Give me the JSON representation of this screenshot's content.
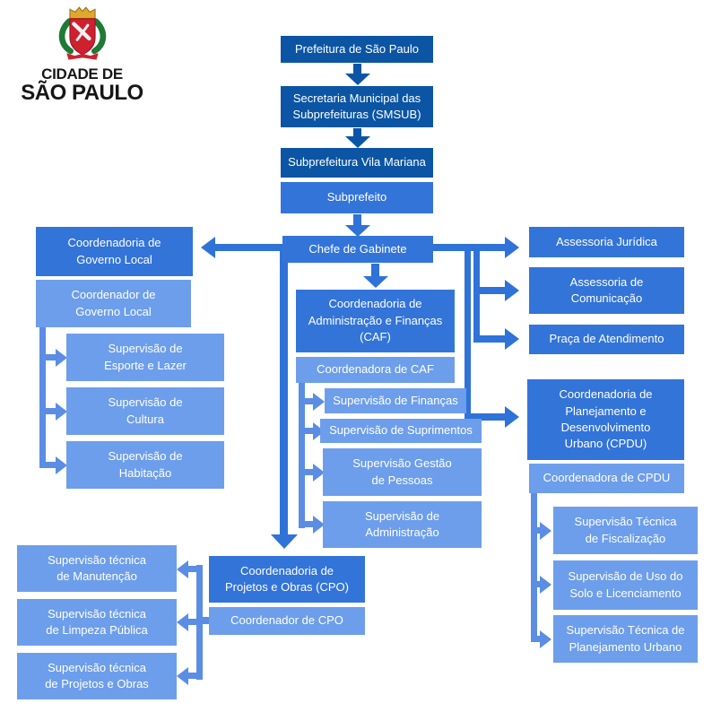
{
  "logo": {
    "caption_line1": "CIDADE DE",
    "caption_line2": "SÃO PAULO",
    "emblem": "sao-paulo-coat-of-arms"
  },
  "palette": {
    "dark_blue": "#0b55a4",
    "medium_blue": "#3374d9",
    "light_blue": "#6d9eeb",
    "connector_main": "#2f72d8",
    "connector_sub": "#5b8de5",
    "text_on_blue": "#ffffff",
    "logo_text": "#161616"
  },
  "org_chart": {
    "nodes": {
      "prefeitura": {
        "label": "Prefeitura de São Paulo",
        "tone": "dark"
      },
      "smsub": {
        "label": "Secretaria Municipal das\nSubprefeituras (SMSUB)",
        "tone": "dark"
      },
      "subprefeitura_vila_mariana": {
        "label": "Subprefeitura Vila Mariana",
        "tone": "dark"
      },
      "subprefeito": {
        "label": "Subprefeito",
        "tone": "medium"
      },
      "chefe_de_gabinete": {
        "label": "Chefe de Gabinete",
        "tone": "medium"
      },
      "coordenadoria_governo_local": {
        "label": "Coordenadoria de\nGoverno Local",
        "tone": "medium"
      },
      "coordenador_governo_local": {
        "label": "Coordenador de\nGoverno Local",
        "tone": "light"
      },
      "sup_esporte_lazer": {
        "label": "Supervisão de\nEsporte e Lazer",
        "tone": "light"
      },
      "sup_cultura": {
        "label": "Supervisão de\nCultura",
        "tone": "light"
      },
      "sup_habitacao": {
        "label": "Supervisão de\nHabitação",
        "tone": "light"
      },
      "assessoria_juridica": {
        "label": "Assessoria Jurídica",
        "tone": "medium"
      },
      "assessoria_comunicacao": {
        "label": "Assessoria de\nComunicação",
        "tone": "medium"
      },
      "praca_atendimento": {
        "label": "Praça de Atendimento",
        "tone": "medium"
      },
      "caf": {
        "label": "Coordenadoria de\nAdministração e Finanças\n(CAF)",
        "tone": "medium"
      },
      "coordenadora_caf": {
        "label": "Coordenadora de CAF",
        "tone": "light"
      },
      "sup_financas": {
        "label": "Supervisão de Finanças",
        "tone": "light"
      },
      "sup_suprimentos": {
        "label": "Supervisão de Suprimentos",
        "tone": "light"
      },
      "sup_gestao_pessoas": {
        "label": "Supervisão Gestão\nde Pessoas",
        "tone": "light"
      },
      "sup_administracao": {
        "label": "Supervisão de\nAdministração",
        "tone": "light"
      },
      "cpdu": {
        "label": "Coordenadoria de\nPlanejamento e\nDesenvolvimento\nUrbano (CPDU)",
        "tone": "medium"
      },
      "coordenadora_cpdu": {
        "label": "Coordenadora de CPDU",
        "tone": "light"
      },
      "sup_tecnica_fiscalizacao": {
        "label": "Supervisão Técnica\nde Fiscalização",
        "tone": "light"
      },
      "sup_uso_solo_licenciamento": {
        "label": "Supervisão de Uso do\nSolo e Licenciamento",
        "tone": "light"
      },
      "sup_tecnica_planejamento_urbano": {
        "label": "Supervisão Técnica de\nPlanejamento Urbano",
        "tone": "light"
      },
      "cpo": {
        "label": "Coordenadoria de\nProjetos e Obras (CPO)",
        "tone": "medium"
      },
      "coordenador_cpo": {
        "label": "Coordenador de  CPO",
        "tone": "light"
      },
      "sup_tecnica_manutencao": {
        "label": "Supervisão técnica\nde Manutenção",
        "tone": "light"
      },
      "sup_tecnica_limpeza_publica": {
        "label": "Supervisão técnica\nde Limpeza Pública",
        "tone": "light"
      },
      "sup_tecnica_projetos_obras": {
        "label": "Supervisão técnica\nde Projetos e Obras",
        "tone": "light"
      }
    },
    "edges": [
      {
        "from": "prefeitura",
        "to": "smsub"
      },
      {
        "from": "smsub",
        "to": "subprefeitura_vila_mariana"
      },
      {
        "from": "subprefeitura_vila_mariana",
        "to": "subprefeito"
      },
      {
        "from": "subprefeito",
        "to": "chefe_de_gabinete"
      },
      {
        "from": "chefe_de_gabinete",
        "to": "coordenadoria_governo_local"
      },
      {
        "from": "chefe_de_gabinete",
        "to": "assessoria_juridica"
      },
      {
        "from": "chefe_de_gabinete",
        "to": "assessoria_comunicacao"
      },
      {
        "from": "chefe_de_gabinete",
        "to": "praca_atendimento"
      },
      {
        "from": "chefe_de_gabinete",
        "to": "caf"
      },
      {
        "from": "chefe_de_gabinete",
        "to": "cpdu"
      },
      {
        "from": "chefe_de_gabinete",
        "to": "cpo"
      },
      {
        "from": "coordenador_governo_local",
        "to": "sup_esporte_lazer"
      },
      {
        "from": "coordenador_governo_local",
        "to": "sup_cultura"
      },
      {
        "from": "coordenador_governo_local",
        "to": "sup_habitacao"
      },
      {
        "from": "coordenadora_caf",
        "to": "sup_financas"
      },
      {
        "from": "coordenadora_caf",
        "to": "sup_suprimentos"
      },
      {
        "from": "coordenadora_caf",
        "to": "sup_gestao_pessoas"
      },
      {
        "from": "coordenadora_caf",
        "to": "sup_administracao"
      },
      {
        "from": "coordenadora_cpdu",
        "to": "sup_tecnica_fiscalizacao"
      },
      {
        "from": "coordenadora_cpdu",
        "to": "sup_uso_solo_licenciamento"
      },
      {
        "from": "coordenadora_cpdu",
        "to": "sup_tecnica_planejamento_urbano"
      },
      {
        "from": "coordenador_cpo",
        "to": "sup_tecnica_manutencao"
      },
      {
        "from": "coordenador_cpo",
        "to": "sup_tecnica_limpeza_publica"
      },
      {
        "from": "coordenador_cpo",
        "to": "sup_tecnica_projetos_obras"
      }
    ]
  }
}
